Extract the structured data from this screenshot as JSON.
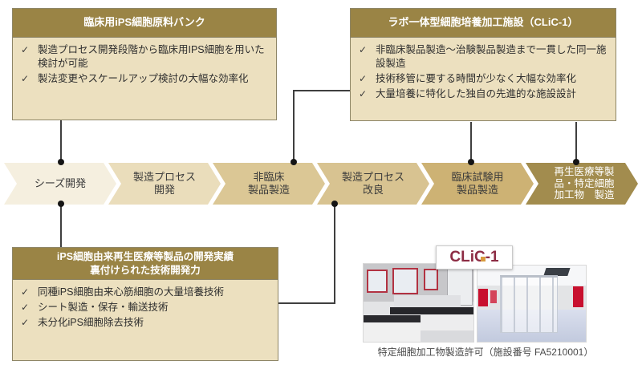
{
  "glyphs": {
    "check": "✓"
  },
  "colors": {
    "title_bar": "#9a8445",
    "box_body": "#ece0bf",
    "box_border": "#8e8667",
    "connector": "#3f3f3f",
    "logo_red": "#8d2c44",
    "logo_gold": "#d89a3e"
  },
  "boxes": {
    "clinical_bank": {
      "title": "臨床用iPS細胞原料バンク",
      "items": [
        "製造プロセス開発段階から臨床用IPS細胞を用いた検討が可能",
        "製法変更やスケールアップ検討の大幅な効率化"
      ]
    },
    "clic_facility": {
      "title": "ラボ一体型細胞培養加工施設（CLiC-1）",
      "items": [
        "非臨床製品製造～治験製品製造まで一貫した同一施設製造",
        "技術移管に要する時間が少なく大幅な効率化",
        "大量培養に特化した独自の先進的な施設設計"
      ]
    },
    "development_record": {
      "title_line1": "iPS細胞由来再生医療等製品の開発実績",
      "title_line2": "裏付けられた技術開発力",
      "items": [
        "同種iPS細胞由来心筋細胞の大量培養技術",
        "シート製造・保存・輸送技術",
        "未分化iPS細胞除去技術"
      ]
    }
  },
  "process_flow": {
    "steps": [
      {
        "lines": [
          "シーズ開発"
        ],
        "color": "#f5efdf",
        "text_color": "#3b3b3b"
      },
      {
        "lines": [
          "製造プロセス",
          "開発"
        ],
        "color": "#eaddbb",
        "text_color": "#3b3b3b"
      },
      {
        "lines": [
          "非臨床",
          "製品製造"
        ],
        "color": "#dbc795",
        "text_color": "#3b3b3b"
      },
      {
        "lines": [
          "製造プロセス",
          "改良"
        ],
        "color": "#d8c391",
        "text_color": "#3b3b3b"
      },
      {
        "lines": [
          "臨床試験用",
          "製品製造"
        ],
        "color": "#cdb274",
        "text_color": "#3b3b3b"
      },
      {
        "lines": [
          "再生医療等製",
          "品・特定細胞",
          "加工物　製造"
        ],
        "color": "#a28c4e",
        "text_color": "#ffffff"
      }
    ]
  },
  "facility": {
    "logo_prefix": "CLi",
    "logo_c": "C",
    "logo_suffix": "-1",
    "caption": "特定細胞加工物製造許可（施設番号 FA5210001）"
  }
}
